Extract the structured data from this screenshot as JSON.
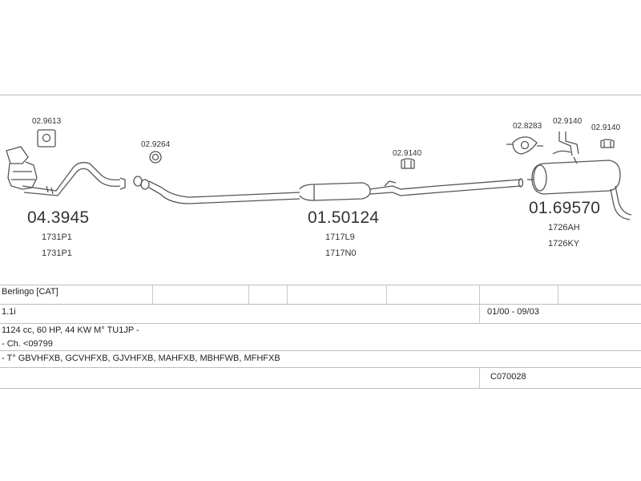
{
  "parts": {
    "part1": {
      "code": "04.3945",
      "refs": [
        "1731P1",
        "1731P1"
      ],
      "clamp": "02.9613"
    },
    "part2": {
      "code": "01.50124",
      "refs": [
        "1717L9",
        "1717N0"
      ],
      "gasket": "02.9264",
      "hanger": "02.9140"
    },
    "part3": {
      "code": "01.69570",
      "refs": [
        "1726AH",
        "1726KY"
      ],
      "rubber": "02.8283",
      "hanger_a": "02.9140",
      "hanger_b": "02.9140"
    }
  },
  "spec": {
    "model": "Berlingo  [CAT]",
    "engine": "1.1i",
    "dates": "01/00 - 09/03",
    "details": "1124 cc, 60 HP, 44 KW M° TU1JP -",
    "chassis": "- Ch. <09799",
    "types": "- T° GBVHFXB, GCVHFXB, GJVHFXB, MAHFXB, MBHFWB, MFHFXB",
    "ref_code": "C070028"
  },
  "colors": {
    "line": "#555555",
    "rule": "#bdbdbd",
    "text": "#333333"
  }
}
